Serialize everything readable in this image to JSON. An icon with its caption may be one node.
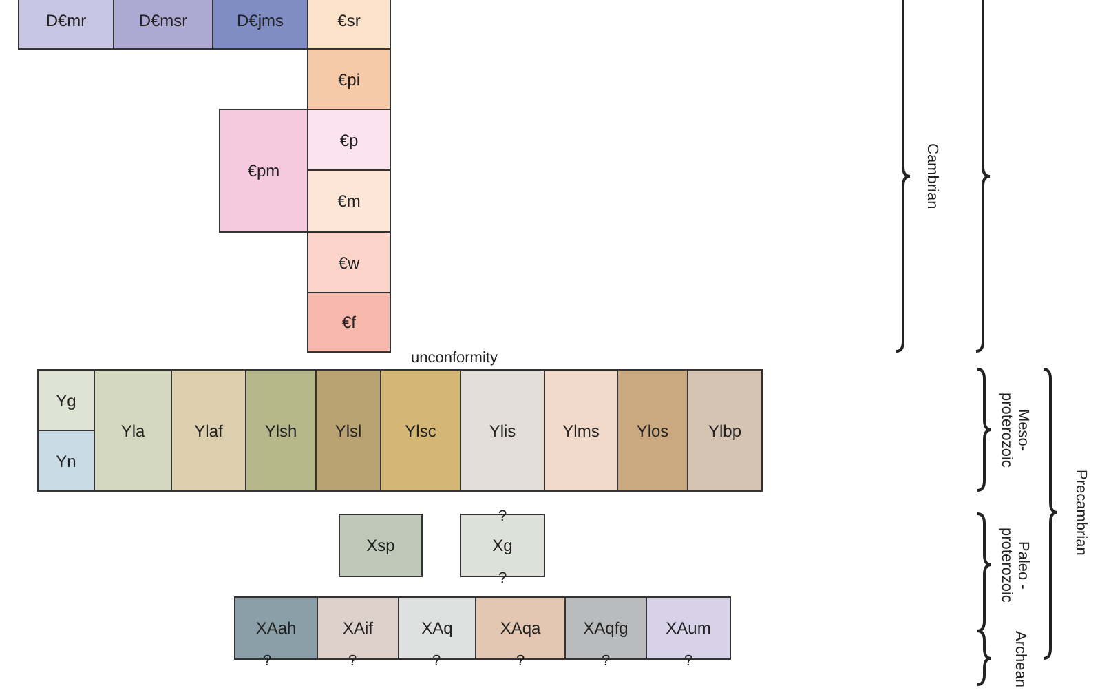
{
  "diagram": {
    "nodes": [
      {
        "text": [
          "D€mr"
        ]
      },
      {
        "text": [
          "D€msr"
        ]
      },
      {
        "text": [
          "D€jms"
        ]
      },
      {
        "text": [
          "€sr"
        ]
      },
      {
        "text": [
          "€pi"
        ]
      },
      {
        "text": [
          "€pm"
        ]
      },
      {
        "text": [
          "€p"
        ]
      },
      {
        "text": [
          "€m"
        ]
      },
      {
        "text": [
          "€w"
        ]
      },
      {
        "text": [
          "€f"
        ]
      },
      {
        "text": [
          "Yg"
        ]
      },
      {
        "text": [
          "Yla"
        ]
      },
      {
        "text": [
          "Ylaf"
        ]
      },
      {
        "text": [
          "Ylsh"
        ]
      },
      {
        "text": [
          "Ylsl"
        ]
      },
      {
        "text": [
          "Ylsc"
        ]
      },
      {
        "text": [
          "Ylis"
        ]
      },
      {
        "text": [
          "Ylms"
        ]
      },
      {
        "text": [
          "Ylos"
        ]
      },
      {
        "text": [
          "Ylbp"
        ]
      },
      {
        "text": [
          "Yn"
        ]
      },
      {
        "text": [
          "Xsp"
        ]
      },
      {
        "text": [
          "Xg"
        ]
      },
      {
        "text": [
          "XAah"
        ]
      },
      {
        "text": [
          "XAif"
        ]
      },
      {
        "text": [
          "XAq"
        ]
      },
      {
        "text": [
          "XAqa"
        ]
      },
      {
        "text": [
          "XAqfg"
        ]
      },
      {
        "text": [
          "XAum"
        ]
      }
    ],
    "edges": [],
    "labels": [
      "Cambrian",
      "unconformity",
      "Meso- proterozoic",
      "Precambrian",
      "?",
      "?",
      "Paleo - proterozoic",
      "?",
      "?",
      "?",
      "?",
      "?",
      "?",
      "Archean"
    ]
  }
}
